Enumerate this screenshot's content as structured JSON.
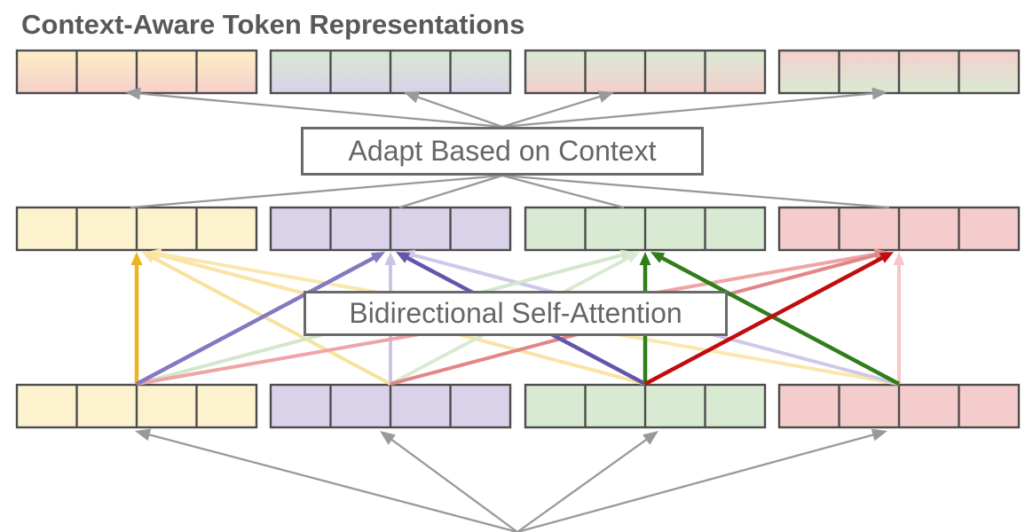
{
  "title": {
    "text": "Context-Aware Token Representations",
    "color": "#595959"
  },
  "boxes": {
    "adapt": {
      "label": "Adapt Based on Context"
    },
    "attention": {
      "label": "Bidirectional Self-Attention"
    }
  },
  "style": {
    "background": "#ffffff",
    "box_border": "#6a6a6a",
    "box_text": "#666666",
    "bar_border": "#4d4d4d",
    "gray_arrow": "#999999"
  },
  "token_rows": {
    "top": {
      "description": "context-aware token representations (blended colors)",
      "cells_per_bar": 4,
      "bars": [
        {
          "gradient_top": "#FCEFC5",
          "gradient_bottom": "#F6CFCB"
        },
        {
          "gradient_top": "#D8E9D2",
          "gradient_bottom": "#D8D2E8"
        },
        {
          "gradient_top": "#DAEAD3",
          "gradient_bottom": "#F4CFCC"
        },
        {
          "gradient_top": "#F4CFCC",
          "gradient_bottom": "#DAEAD3"
        }
      ]
    },
    "middle": {
      "description": "token vectors after self-attention",
      "cells_per_bar": 4,
      "bars": [
        {
          "fill": "#FCF2CE"
        },
        {
          "fill": "#D9D2E9"
        },
        {
          "fill": "#D9EAD3"
        },
        {
          "fill": "#F4CCCC"
        }
      ]
    },
    "bottom": {
      "description": "input token vectors",
      "cells_per_bar": 4,
      "bars": [
        {
          "fill": "#FCF2CE"
        },
        {
          "fill": "#D9D2E9"
        },
        {
          "fill": "#D9EAD3"
        },
        {
          "fill": "#F4CCCC"
        }
      ]
    }
  },
  "attention_edges": [
    {
      "from": 0,
      "to": 0,
      "color": "#EEB424",
      "strong": true
    },
    {
      "from": 1,
      "to": 0,
      "color": "#F9E19E",
      "strong": false
    },
    {
      "from": 2,
      "to": 0,
      "color": "#FAE3A4",
      "strong": false
    },
    {
      "from": 3,
      "to": 0,
      "color": "#FBE7AE",
      "strong": false
    },
    {
      "from": 0,
      "to": 1,
      "color": "#8279C1",
      "strong": true
    },
    {
      "from": 1,
      "to": 1,
      "color": "#CBC4E6",
      "strong": false
    },
    {
      "from": 2,
      "to": 1,
      "color": "#6156AB",
      "strong": true
    },
    {
      "from": 3,
      "to": 1,
      "color": "#CFC8E8",
      "strong": false
    },
    {
      "from": 0,
      "to": 2,
      "color": "#D3E7CC",
      "strong": false
    },
    {
      "from": 1,
      "to": 2,
      "color": "#D8EAD1",
      "strong": false
    },
    {
      "from": 2,
      "to": 2,
      "color": "#2F7D1B",
      "strong": true
    },
    {
      "from": 3,
      "to": 2,
      "color": "#2F7D1B",
      "strong": true
    },
    {
      "from": 0,
      "to": 3,
      "color": "#EFA4A6",
      "strong": false
    },
    {
      "from": 1,
      "to": 3,
      "color": "#E28587",
      "strong": false
    },
    {
      "from": 2,
      "to": 3,
      "color": "#C00C0C",
      "strong": true
    },
    {
      "from": 3,
      "to": 3,
      "color": "#F7C6C9",
      "strong": false
    }
  ]
}
